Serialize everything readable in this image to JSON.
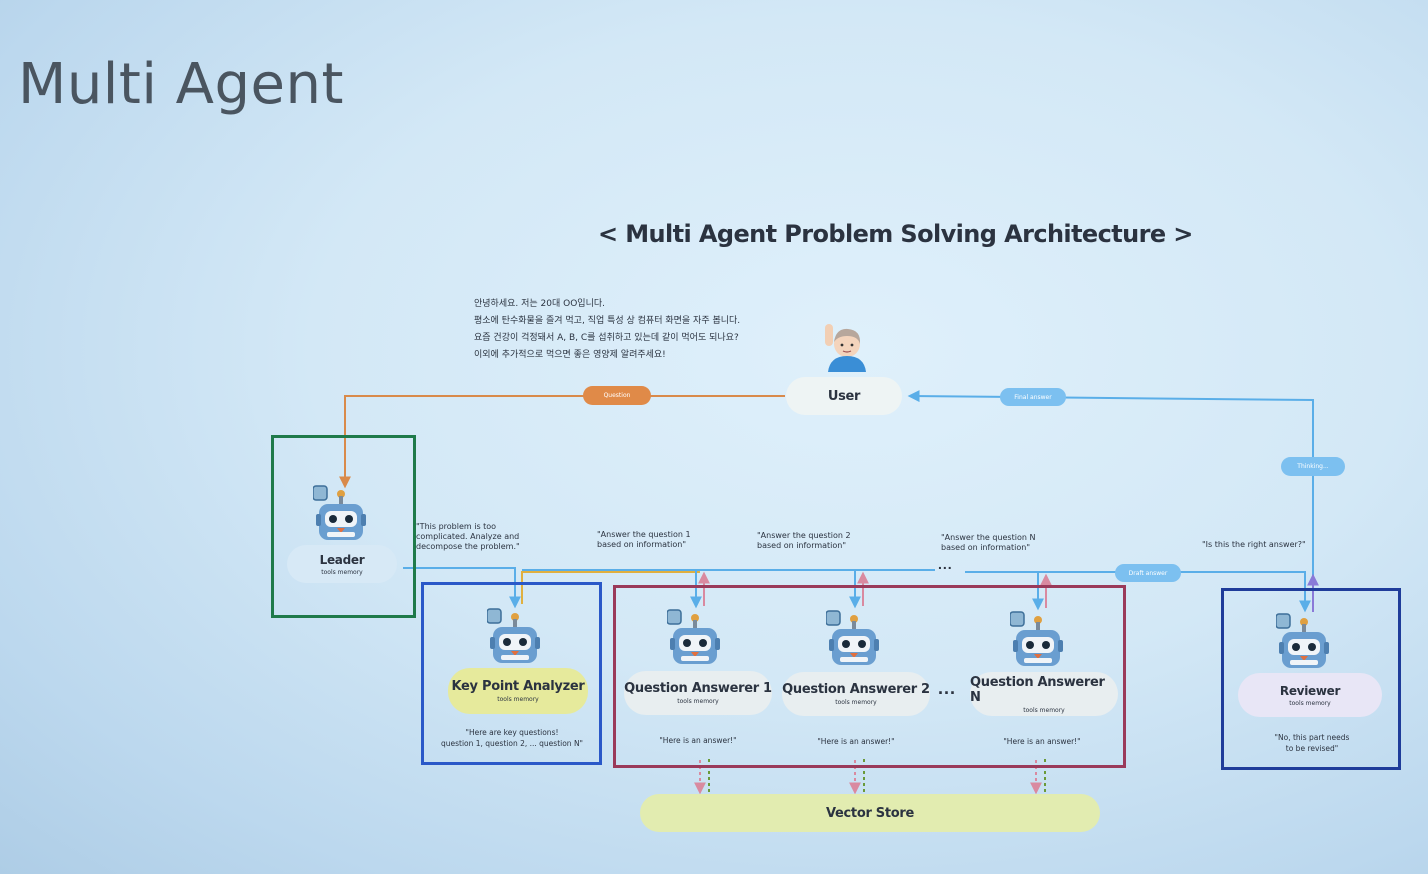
{
  "slide_title": "Multi Agent",
  "diagram_title": "< Multi Agent  Problem Solving Architecture >",
  "user_prompt": [
    "안녕하세요. 저는 20대 OO입니다.",
    "평소에 탄수화물을 즐겨 먹고, 직업 특성 상 컴퓨터 화면을 자주 봅니다.",
    "요즘 건강이 걱정돼서 A, B, C를 섭취하고 있는데 같이 먹어도 되나요?",
    "이외에 추가적으로 먹으면 좋은 영양제 알려주세요!"
  ],
  "user": {
    "label": "User",
    "icon": "person-raising-hand-icon"
  },
  "pills": {
    "question": "Question",
    "final_answer": "Final answer",
    "thinking": "Thinking...",
    "draft_answer": "Draft answer"
  },
  "agents": {
    "leader": {
      "name": "Leader",
      "sub": "tools memory"
    },
    "key_point": {
      "name": "Key Point Analyzer",
      "sub": "tools memory"
    },
    "qa1": {
      "name": "Question Answerer 1",
      "sub": "tools memory"
    },
    "qa2": {
      "name": "Question Answerer 2",
      "sub": "tools memory"
    },
    "qan": {
      "name": "Question Answerer N",
      "sub": "tools memory"
    },
    "reviewer": {
      "name": "Reviewer",
      "sub": "tools memory"
    }
  },
  "quotes": {
    "leader_to_kpa": [
      "\"This problem is too",
      "complicated. Analyze and",
      "decompose the problem.\""
    ],
    "to_qa1": [
      "\"Answer the question 1",
      "based on information\""
    ],
    "to_qa2": [
      "\"Answer the question 2",
      "based on information\""
    ],
    "to_qan": [
      "\"Answer the question N",
      "based on information\""
    ],
    "to_reviewer": [
      "\"Is this the right answer?\""
    ]
  },
  "replies": {
    "kpa": [
      "\"Here are key questions!",
      "question 1, question 2, ... question N\""
    ],
    "qa1": "\"Here is an answer!\"",
    "qa2": "\"Here is an answer!\"",
    "qan": "\"Here is an answer!\"",
    "reviewer": [
      "\"No, this part needs",
      "to be revised\""
    ]
  },
  "ellipsis": "...",
  "vector_store": "Vector Store",
  "colors": {
    "question_line": "#d98a4a",
    "answer_line": "#5aaee8",
    "leader_frame": "#1f7a4a",
    "kpa_frame": "#2a58c8",
    "qa_frame": "#9a3a5a",
    "reviewer_frame": "#1f3c9a"
  }
}
